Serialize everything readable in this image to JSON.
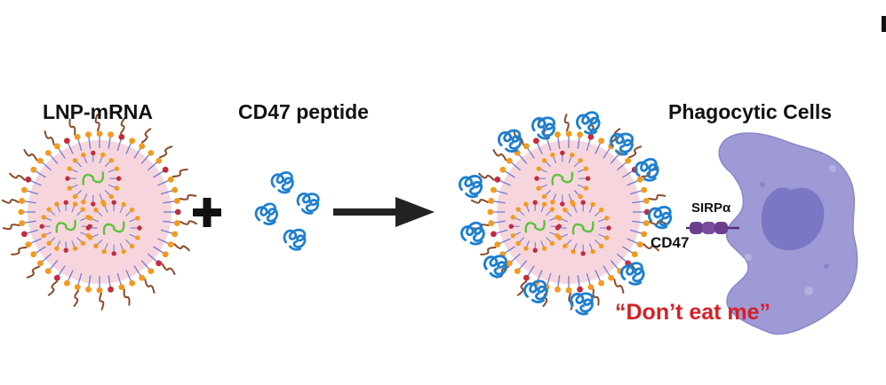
{
  "labels": {
    "lnp_mrna": "LNP-mRNA",
    "cd47_peptide": "CD47 peptide",
    "phagocytic_cells": "Phagocytic Cells",
    "sirpa": "SIRPα",
    "cd47": "CD47",
    "dont_eat_me": "“Don’t eat me”"
  },
  "symbols": {
    "plus": "+"
  },
  "colors": {
    "accent_red": "#d51f26",
    "lipid_head_orange": "#f39a1e",
    "lipid_head_red": "#c42b3c",
    "lipid_tail": "#6f7bd6",
    "nanoparticle_core": "#f6d6dc",
    "peg_chain": "#8a4b2a",
    "mrna_green": "#5cc23d",
    "peptide_blue": "#1d7fd1",
    "cell_body": "#9d9ad6",
    "cell_nucleus": "#7c77c5",
    "receptor_purple": "#6b3f8e",
    "arrow": "#222222"
  },
  "icons": [
    "plus-icon",
    "right-arrow-icon",
    "lipid-nanoparticle-icon",
    "peptide-icon",
    "phagocyte-icon",
    "sirpa-receptor-icon"
  ]
}
